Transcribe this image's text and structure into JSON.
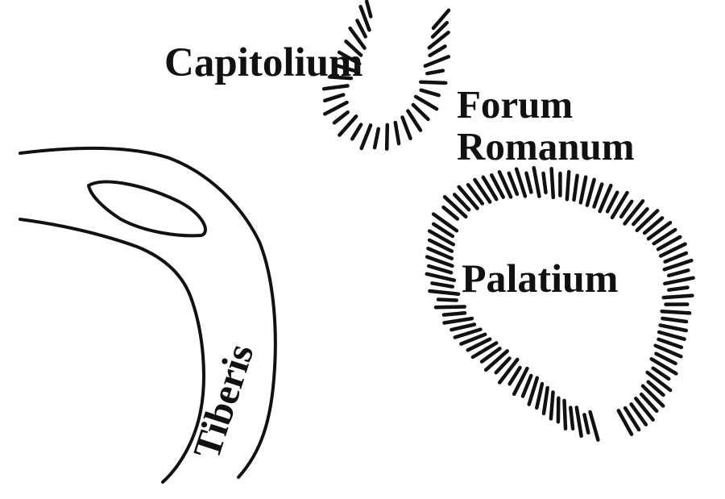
{
  "map": {
    "labels": {
      "capitolium": "Capitolium",
      "forum_line1": "Forum",
      "forum_line2": "Romanum",
      "palatium": "Palatium",
      "tiberis": "Tiberis"
    },
    "colors": {
      "ink": "#111111",
      "background": "#ffffff"
    }
  }
}
